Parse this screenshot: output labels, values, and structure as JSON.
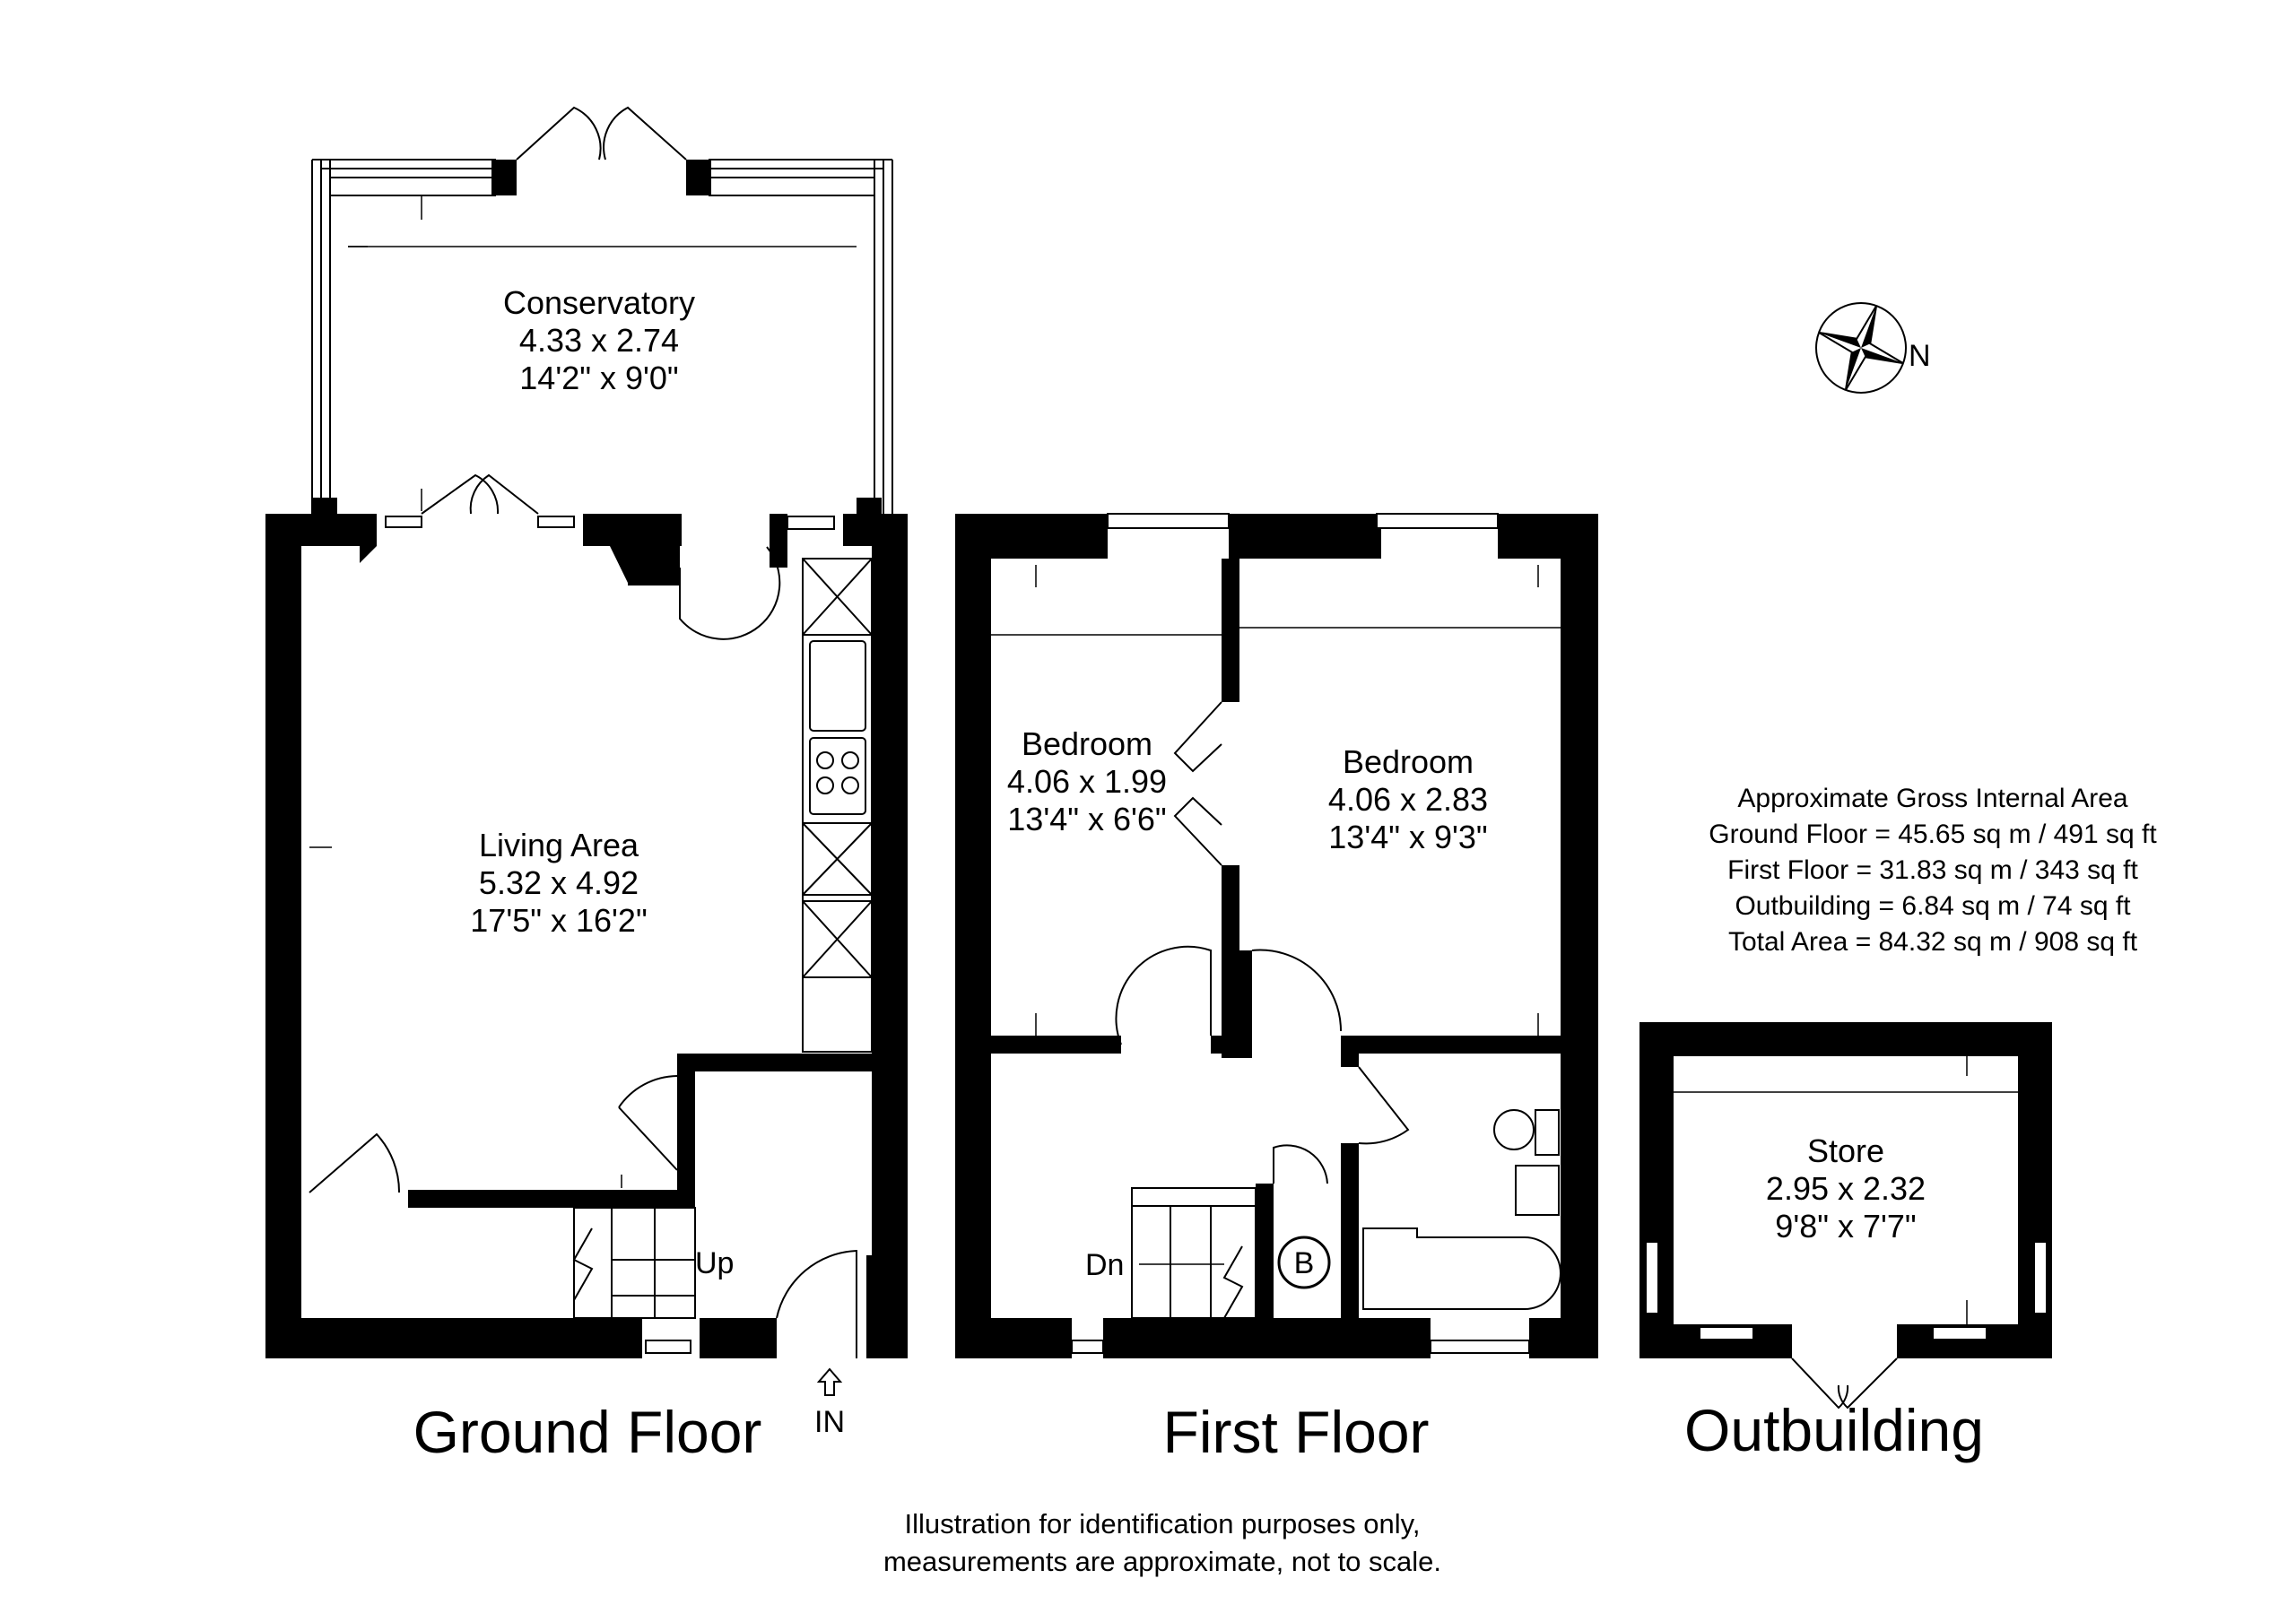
{
  "rooms": {
    "conservatory": {
      "name": "Conservatory",
      "metric": "4.33 x 2.74",
      "imperial": "14'2\" x 9'0\""
    },
    "living": {
      "name": "Living Area",
      "metric": "5.32 x 4.92",
      "imperial": "17'5\" x 16'2\""
    },
    "bedroom1": {
      "name": "Bedroom",
      "metric": "4.06 x 1.99",
      "imperial": "13'4\" x 6'6\""
    },
    "bedroom2": {
      "name": "Bedroom",
      "metric": "4.06 x 2.83",
      "imperial": "13'4\" x 9'3\""
    },
    "store": {
      "name": "Store",
      "metric": "2.95 x 2.32",
      "imperial": "9'8\" x 7'7\""
    }
  },
  "labels": {
    "up": "Up",
    "down": "Dn",
    "boiler": "B",
    "entrance": "IN",
    "north": "N"
  },
  "floors": {
    "ground": "Ground Floor",
    "first": "First Floor",
    "outbuilding": "Outbuilding"
  },
  "area_summary": {
    "title": "Approximate Gross Internal Area",
    "ground": "Ground Floor = 45.65 sq m / 491 sq ft",
    "first": "First Floor = 31.83 sq m / 343 sq ft",
    "outbuilding": "Outbuilding = 6.84 sq m / 74 sq ft",
    "total": "Total Area = 84.32 sq m / 908 sq ft"
  },
  "disclaimer": {
    "line1": "Illustration for identification purposes only,",
    "line2": "measurements are approximate, not to scale."
  },
  "colors": {
    "ink": "#000000",
    "paper": "#ffffff"
  }
}
